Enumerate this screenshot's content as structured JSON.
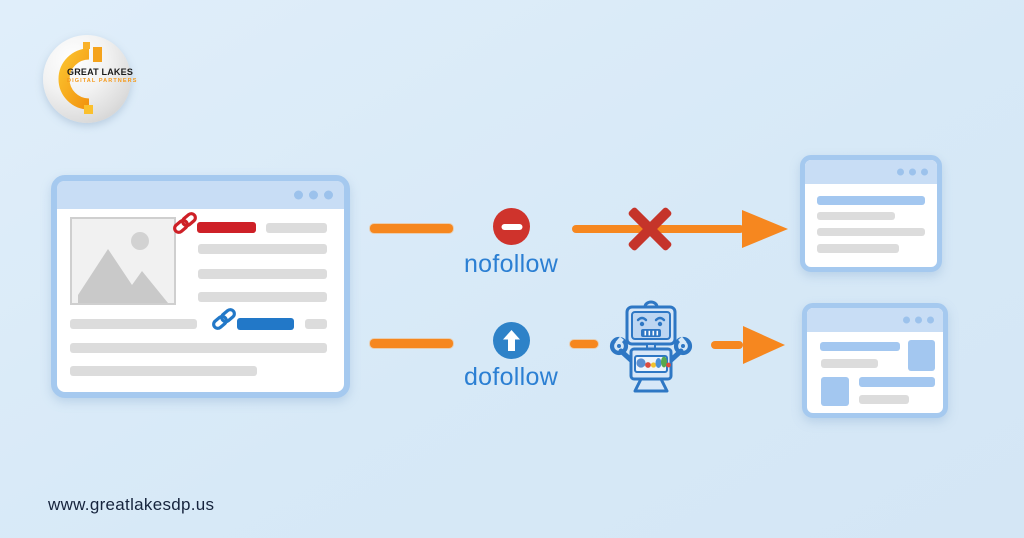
{
  "page": {
    "background": "#d7e9f7"
  },
  "logo": {
    "title": "GREAT LAKES",
    "subtitle": "DIGITAL PARTNERS"
  },
  "labels": {
    "nofollow": "nofollow",
    "dofollow": "dofollow"
  },
  "footer": {
    "url": "www.greatlakesdp.us"
  },
  "colors": {
    "accent_orange": "#f6871f",
    "no_entry_red": "#cf332c",
    "cross_red": "#c5342a",
    "link_red": "#ce2027",
    "link_blue": "#2278c8",
    "dofollow_circle_blue": "#2e82c8",
    "label_blue": "#2b7fd3",
    "window_border": "#a5c9ef",
    "window_titlebar": "#c8ddf5",
    "window_dot": "#9cc2ec",
    "bar_gray": "#dcdcdc",
    "bar_light_blue": "#a3c7f0",
    "footer_text": "#16243d",
    "logo_orange": "#f5a31c"
  },
  "icons": {
    "logo_mark": "pixelated-G-monogram",
    "red_link": "chain-link",
    "blue_link": "chain-link",
    "nofollow": "no-entry-sign",
    "dofollow": "up-arrow-circle",
    "blocked": "cross-mark",
    "crawler": "google-robot"
  }
}
